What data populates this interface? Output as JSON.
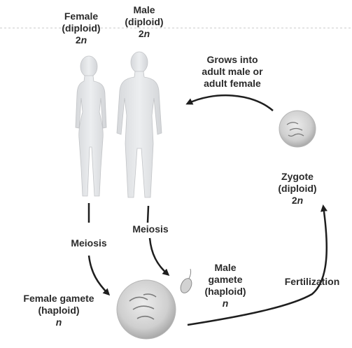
{
  "female": {
    "line1": "Female",
    "line2": "(diploid)",
    "ploidy_num": "2",
    "ploidy_var": "n"
  },
  "male": {
    "line1": "Male",
    "line2": "(diploid)",
    "ploidy_num": "2",
    "ploidy_var": "n"
  },
  "grows": {
    "line1": "Grows into",
    "line2": "adult male or",
    "line3": "adult female"
  },
  "zygote": {
    "line1": "Zygote",
    "line2": "(diploid)",
    "ploidy_num": "2",
    "ploidy_var": "n"
  },
  "meiosis_left": "Meiosis",
  "meiosis_right": "Meiosis",
  "male_gamete": {
    "line1": "Male",
    "line2": "gamete",
    "line3": "(haploid)",
    "ploidy_var": "n"
  },
  "fertilization": "Fertilization",
  "female_gamete": {
    "line1": "Female gamete",
    "line2": "(haploid)",
    "ploidy_var": "n"
  }
}
